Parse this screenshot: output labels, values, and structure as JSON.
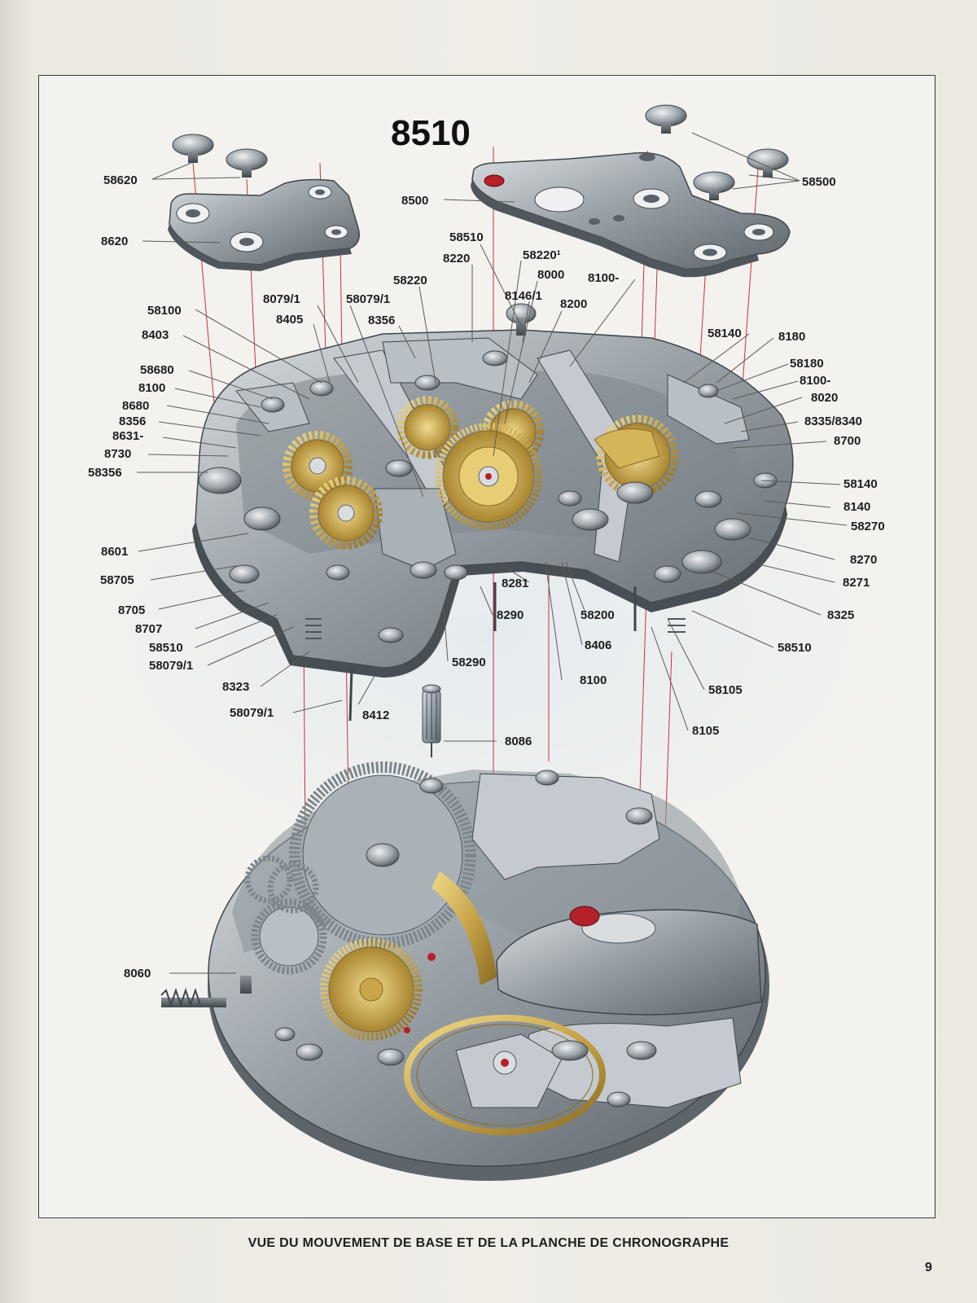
{
  "title": "8510",
  "caption": "VUE DU MOUVEMENT DE BASE ET DE LA PLANCHE DE CHRONOGRAPHE",
  "page_number": "9",
  "colors": {
    "leader_red": "#c8323c",
    "steel": "#9aa2a8",
    "gold": "#c9a64a",
    "jewel": "#b5202a"
  },
  "labels": {
    "l58620": "58620",
    "l8620": "8620",
    "l8500": "8500",
    "l58500": "58500",
    "l58510a": "58510",
    "l8220": "8220",
    "l58220_1": "58220¹",
    "l8000": "8000",
    "l8100a": "8100-",
    "l58220": "58220",
    "l8146_1": "8146/1",
    "l8200": "8200",
    "l8079_1": "8079/1",
    "l58079_1a": "58079/1",
    "l58100": "58100",
    "l8405": "8405",
    "l8356a": "8356",
    "l8403": "8403",
    "l58140a": "58140",
    "l8180": "8180",
    "l58680": "58680",
    "l58180": "58180",
    "l8100b": "8100",
    "l8100c": "8100-",
    "l8680": "8680",
    "l8020": "8020",
    "l8356b": "8356",
    "l8335_8340": "8335/8340",
    "l8631": "8631-",
    "l8700": "8700",
    "l8730": "8730",
    "l58356": "58356",
    "l58140b": "58140",
    "l8140": "8140",
    "l58270": "58270",
    "l8601": "8601",
    "l8270": "8270",
    "l58705": "58705",
    "l8271": "8271",
    "l8281": "8281",
    "l8705": "8705",
    "l8290": "8290",
    "l58200": "58200",
    "l8325": "8325",
    "l8707": "8707",
    "l8406": "8406",
    "l58510b": "58510",
    "l58510c": "58510",
    "l58079_1b": "58079/1",
    "l58290": "58290",
    "l8100d": "8100",
    "l8323": "8323",
    "l58105": "58105",
    "l58079_1c": "58079/1",
    "l8412": "8412",
    "l8105": "8105",
    "l8086": "8086",
    "l8060": "8060"
  }
}
